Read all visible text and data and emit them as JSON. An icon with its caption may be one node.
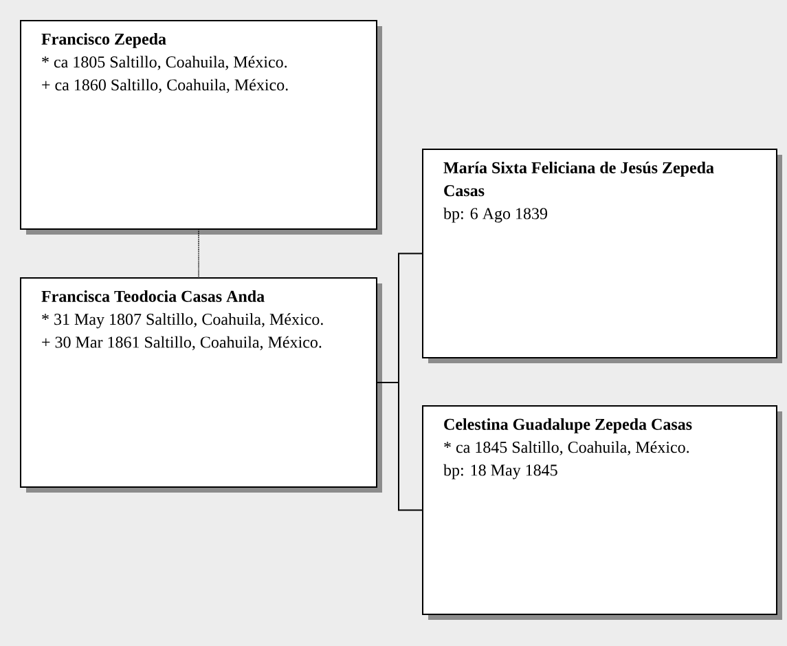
{
  "diagram": {
    "nodes": [
      {
        "text": [
          "Francisco Zepeda",
          "* ca 1805 Saltillo, Coahuila, México.",
          "+ ca 1860 Saltillo, Coahuila, México."
        ]
      },
      {
        "text": [
          "Francisca Teodocia Casas Anda",
          "* 31 May 1807 Saltillo, Coahuila, México.",
          "+ 30 Mar 1861 Saltillo, Coahuila, México."
        ]
      },
      {
        "text": [
          "María Sixta Feliciana de Jesús Zepeda Casas",
          "bp: 6 Ago 1839"
        ]
      },
      {
        "text": [
          "Celestina Guadalupe Zepeda Casas",
          "* ca 1845 Saltillo, Coahuila, México.",
          "bp: 18 May 1845"
        ]
      }
    ],
    "edges": [
      {
        "from": 0,
        "to": 1,
        "arrow": "none",
        "style": "dashed"
      },
      {
        "from": 1,
        "to": 2,
        "arrow": "none"
      },
      {
        "from": 1,
        "to": 3,
        "arrow": "none"
      }
    ]
  }
}
